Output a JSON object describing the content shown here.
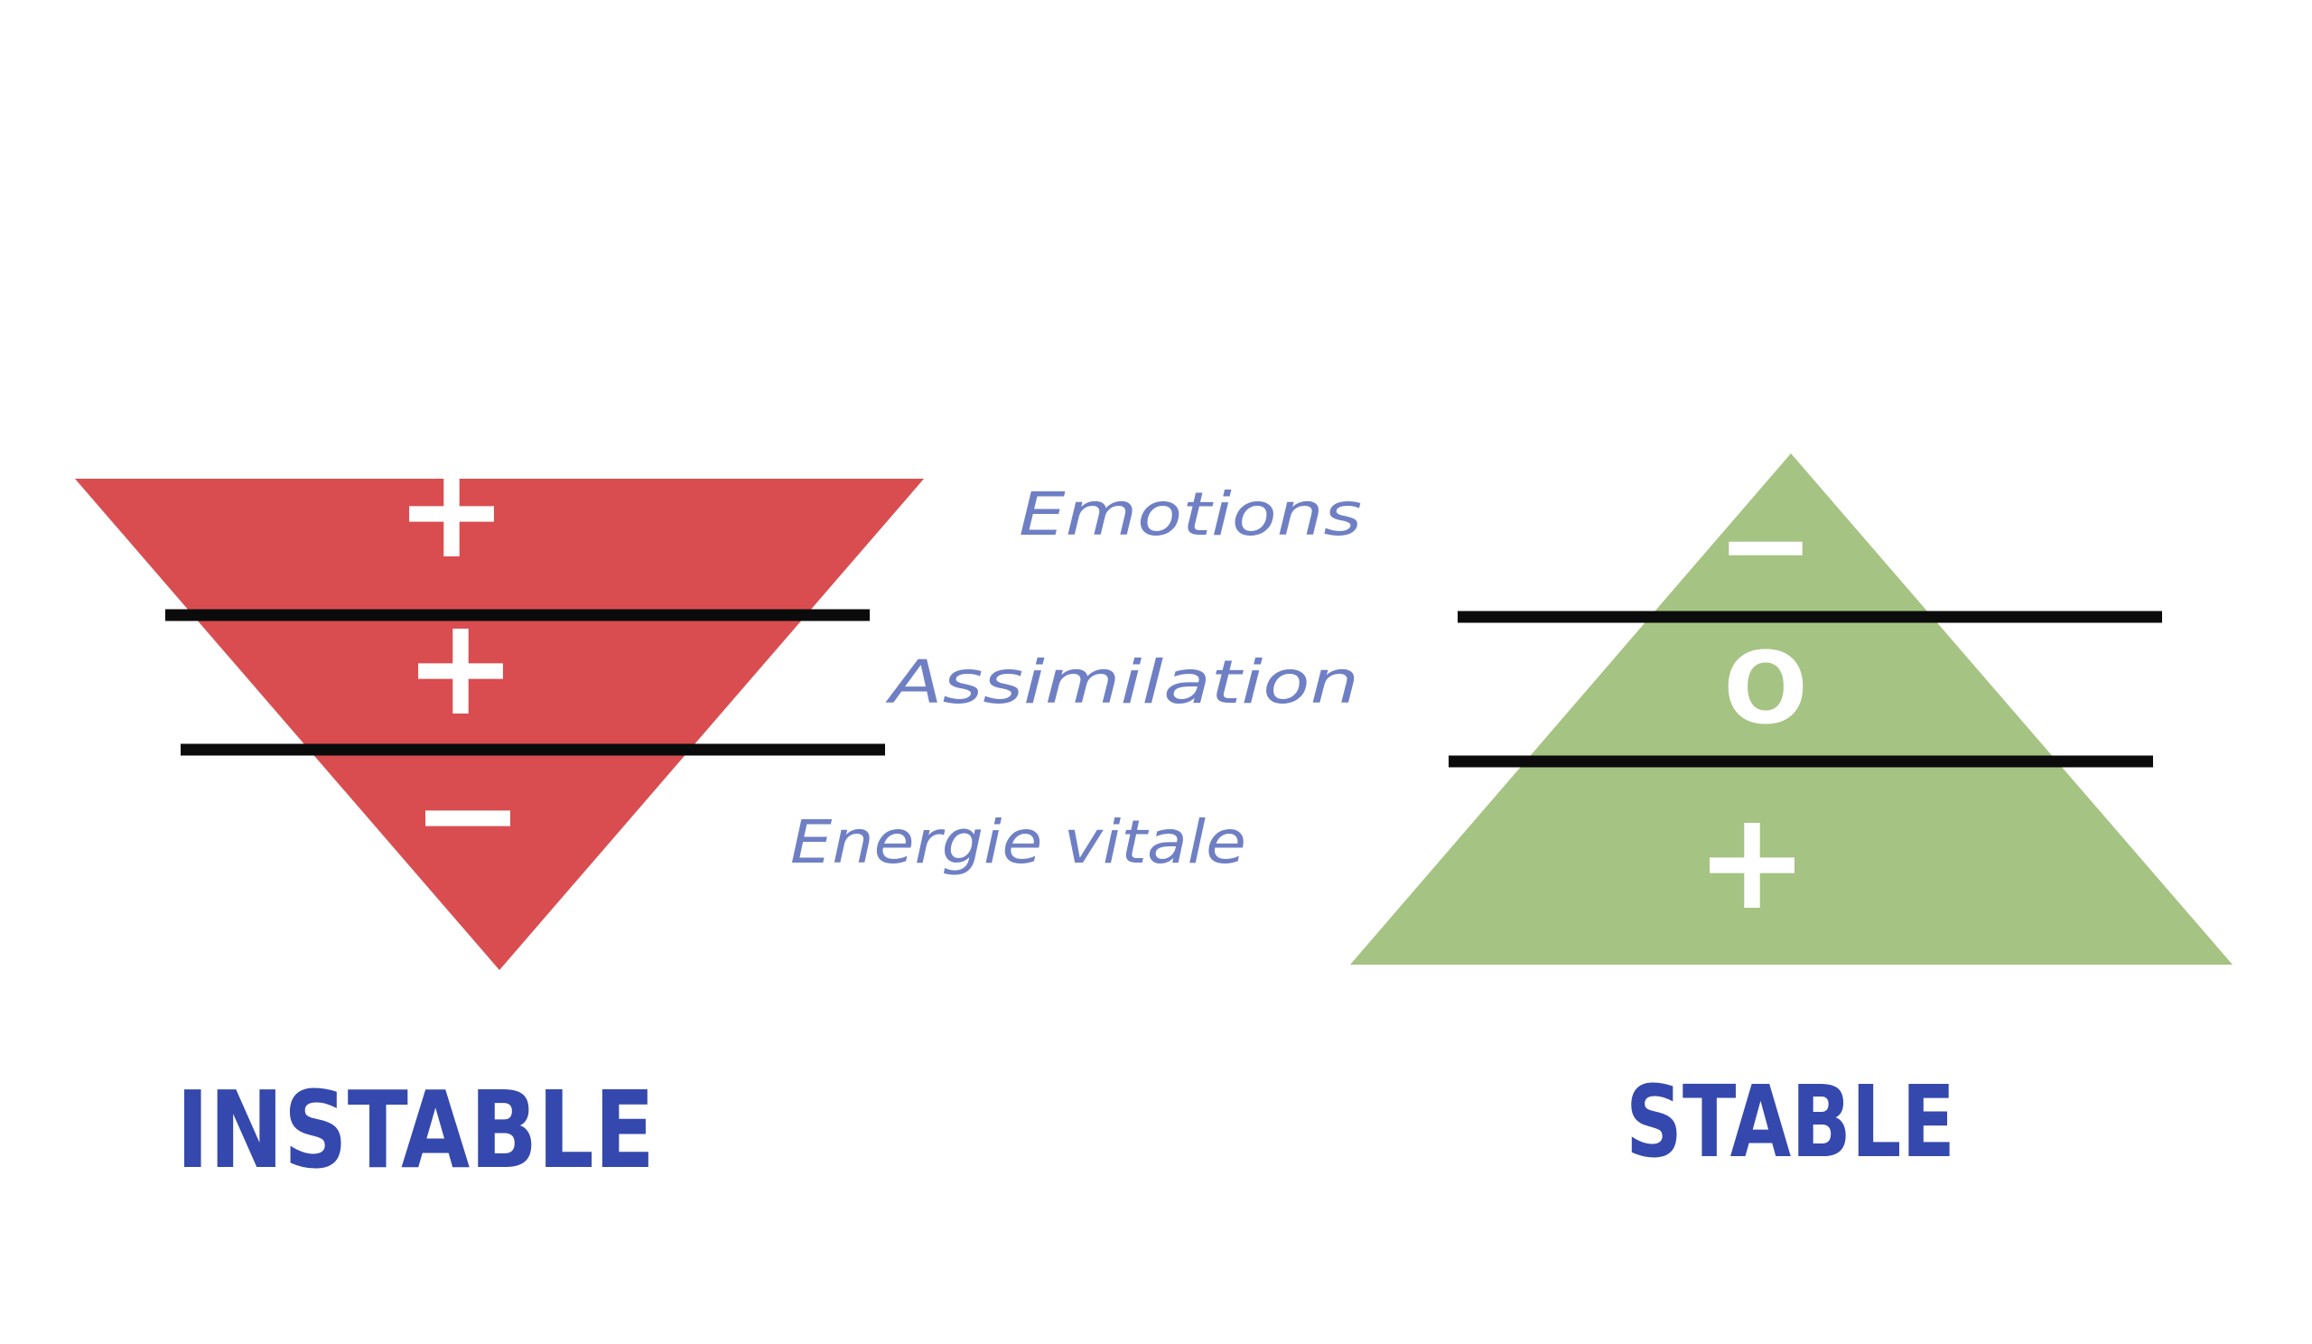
{
  "colors": {
    "background": "#ffffff",
    "unstable_fill": "#d94d50",
    "stable_fill": "#a5c382",
    "divider": "#0b0b0b",
    "sign_color": "#ffffff",
    "handwriting_light": "#6f7fc4",
    "handwriting_dark": "#3448ad"
  },
  "unstable": {
    "label": "INSTABLE",
    "signs": {
      "top": "+",
      "middle": "+",
      "bottom": "−"
    }
  },
  "stable": {
    "label": "STABLE",
    "signs": {
      "top": "−",
      "middle": "O",
      "bottom": "+"
    }
  },
  "layers": {
    "top": "Emotions",
    "middle": "Assimilation",
    "bottom": "Energie vitale"
  }
}
